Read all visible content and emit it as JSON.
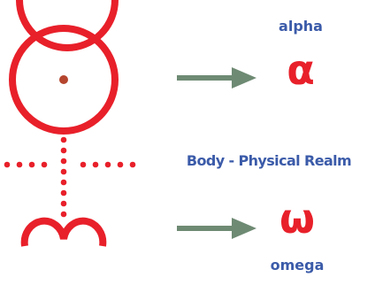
{
  "colors": {
    "symbol_red": "#e8202a",
    "center_dot": "#b5452e",
    "arrow_green": "#6e8a73",
    "label_blue": "#3b5ba9"
  },
  "labels": {
    "top": "alpha",
    "middle": "Body - Physical Realm",
    "bottom": "omega"
  },
  "glyphs": {
    "alpha": "α",
    "omega": "ω"
  }
}
